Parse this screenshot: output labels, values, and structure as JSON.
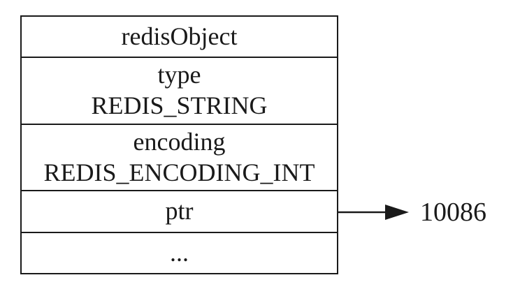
{
  "colors": {
    "background": "#ffffff",
    "line": "#1a1a1a",
    "fill": "#ffffff",
    "text": "#1a1a1a"
  },
  "struct": {
    "rows": [
      {
        "name": "header",
        "lines": [
          "redisObject"
        ]
      },
      {
        "name": "type",
        "lines": [
          "type",
          "REDIS_STRING"
        ]
      },
      {
        "name": "encoding",
        "lines": [
          "encoding",
          "REDIS_ENCODING_INT"
        ]
      },
      {
        "name": "ptr",
        "lines": [
          "ptr"
        ]
      },
      {
        "name": "more",
        "lines": [
          "..."
        ]
      }
    ],
    "pointer": {
      "from_row": "ptr",
      "value": "10086"
    }
  }
}
